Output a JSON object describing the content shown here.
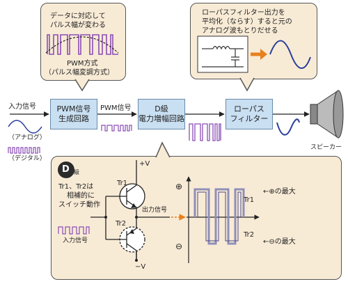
{
  "pwm_callout": {
    "line1": "データに対応して",
    "line2": "パルス幅が変わる",
    "method1": "PWM方式",
    "method2": "（パルス幅変調方式）"
  },
  "filter_callout": {
    "line1": "ローパスフィルター出力を",
    "line2": "平均化（ならす）すると元の",
    "line3": "アナログ波もとりだせる"
  },
  "signal_chain": {
    "input_label": "入力信号",
    "analog_label": "（アナログ）",
    "digital_label": "（デジタル）",
    "pwm_block1": "PWM信号",
    "pwm_block2": "生成回路",
    "pwm_signal": "PWM信号",
    "amp_block1": "D級",
    "amp_block2": "電力増幅回路",
    "lpf_block1": "ローパス",
    "lpf_block2": "フィルター",
    "speaker": "スピーカー"
  },
  "class_d_panel": {
    "badge": "D",
    "badge_sub": "級",
    "desc1": "Tr1、Tr2は",
    "desc2": "相補的に",
    "desc3": "スイッチ動作",
    "input_signal": "入力信号",
    "output_signal": "出力信号",
    "tr1": "Tr1",
    "tr2": "Tr2",
    "vplus": "+V",
    "vminus": "−V",
    "plus_symbol": "⊕",
    "minus_symbol": "⊖",
    "wave_tr1": "Tr1",
    "wave_tr2": "Tr2",
    "max_plus_prefix": "←",
    "max_plus_circle": "⊕",
    "max_plus_suffix": "の最大",
    "max_minus_prefix": "←",
    "max_minus_circle": "⊖",
    "max_minus_suffix": "の最大"
  },
  "colors": {
    "block_fill": "#c9dff2",
    "callout_fill": "#f8ebd6",
    "pwm_purple": "#8a4db5",
    "wave_blue": "#2a3f9a",
    "arrow_orange": "#e8801e",
    "output_wave": "#8f8fb8"
  }
}
